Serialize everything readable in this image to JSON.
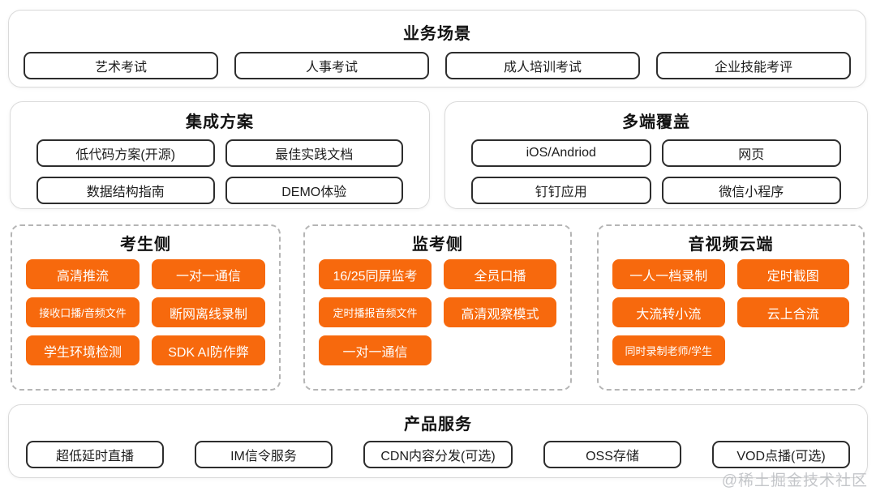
{
  "colors": {
    "accent_orange": "#F7690D",
    "box_border": "#2d2d2d",
    "panel_border": "#dadada",
    "dashed_border": "#b5b5b5",
    "watermark_gray": "#b6b9bd"
  },
  "sections": {
    "business": {
      "title": "业务场景",
      "items": [
        "艺术考试",
        "人事考试",
        "成人培训考试",
        "企业技能考评"
      ]
    },
    "integration": {
      "title": "集成方案",
      "items": [
        "低代码方案(开源)",
        "最佳实践文档",
        "数据结构指南",
        "DEMO体验"
      ]
    },
    "platforms": {
      "title": "多端覆盖",
      "items": [
        "iOS/Andriod",
        "网页",
        "钉钉应用",
        "微信小程序"
      ]
    },
    "candidate": {
      "title": "考生侧",
      "items": [
        {
          "label": "高清推流"
        },
        {
          "label": "一对一通信"
        },
        {
          "label": "接收口播/音频文件"
        },
        {
          "label": "断网离线录制"
        },
        {
          "label": "学生环境检测"
        },
        {
          "label": "SDK AI防作弊"
        }
      ]
    },
    "proctor": {
      "title": "监考侧",
      "items": [
        {
          "label": "16/25同屏监考"
        },
        {
          "label": "全员口播"
        },
        {
          "label": "定时播报音频文件"
        },
        {
          "label": "高清观察模式"
        },
        {
          "label": "一对一通信"
        }
      ]
    },
    "cloud": {
      "title": "音视频云端",
      "items": [
        {
          "label": "一人一档录制"
        },
        {
          "label": "定时截图"
        },
        {
          "label": "大流转小流"
        },
        {
          "label": "云上合流"
        },
        {
          "label": "同时录制老师/学生"
        }
      ]
    },
    "services": {
      "title": "产品服务",
      "items": [
        "超低延时直播",
        "IM信令服务",
        "CDN内容分发(可选)",
        "OSS存储",
        "VOD点播(可选)"
      ]
    }
  },
  "watermark": "@稀土掘金技术社区"
}
